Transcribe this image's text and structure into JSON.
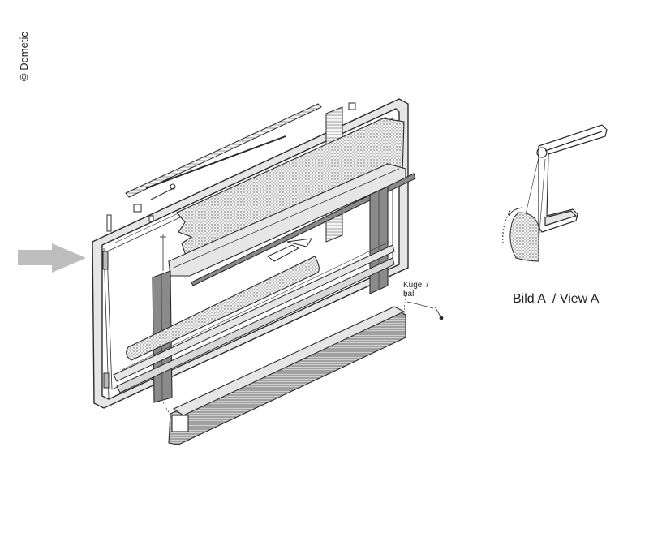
{
  "copyright": "© Dometic",
  "labels": {
    "ball_line1": "Kugel /",
    "ball_line2": "ball",
    "view_caption": "Bild A  / View A"
  },
  "colors": {
    "line": "#2b2b2b",
    "frame_fill": "#e6e6e6",
    "screen_fill": "#d8d8d8",
    "dark_part": "#8a8a8a",
    "arrow": "#bdbdbd"
  }
}
